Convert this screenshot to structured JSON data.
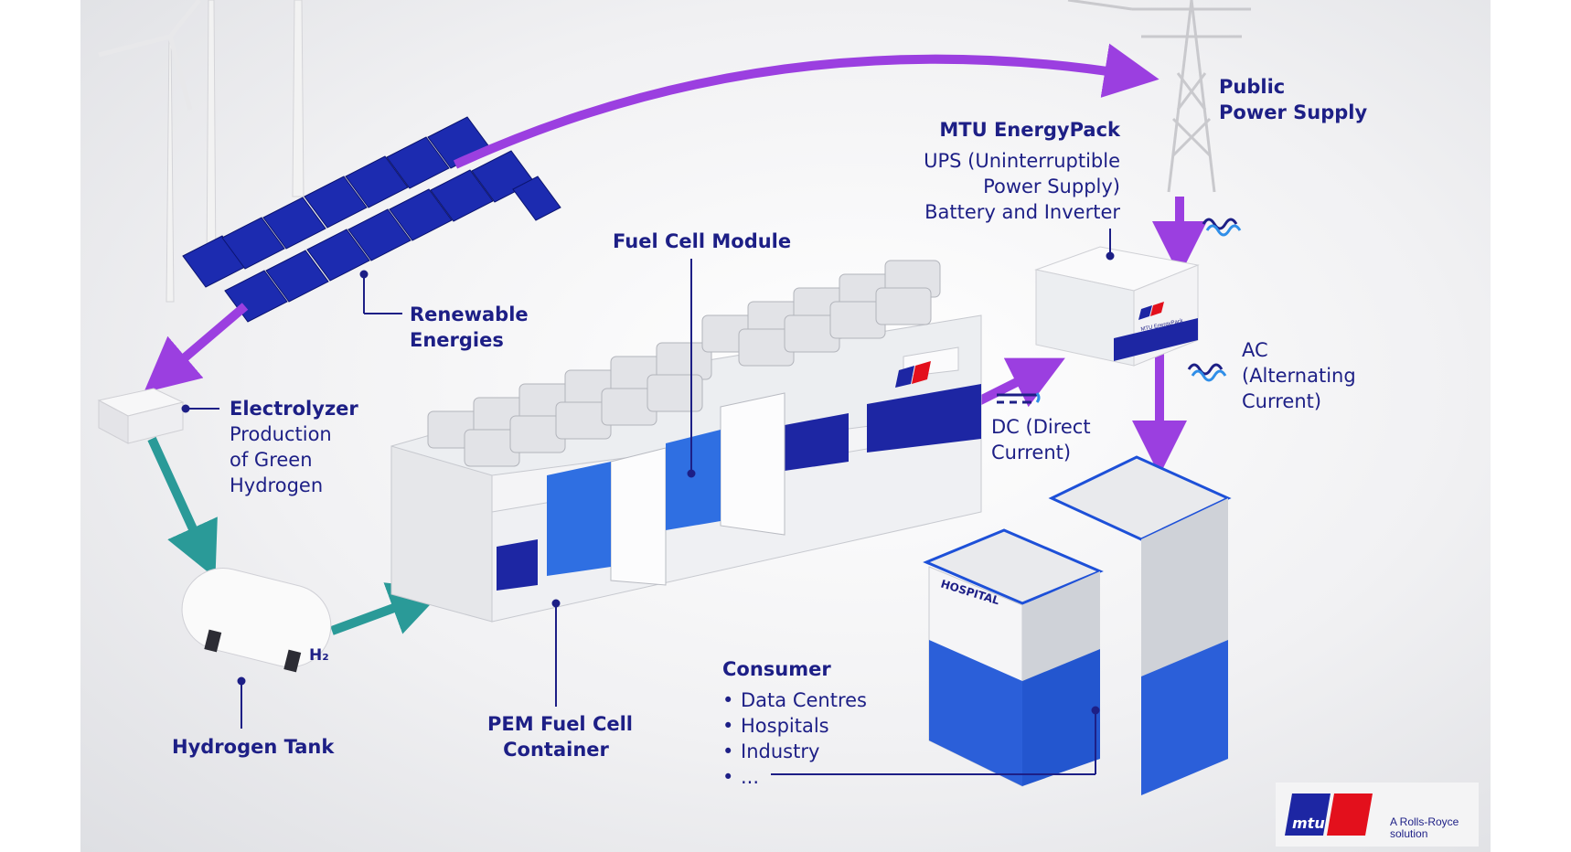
{
  "labels": {
    "renewable": [
      "Renewable",
      "Energies"
    ],
    "electrolyzer_title": "Electrolyzer",
    "electrolyzer_desc": [
      "Production",
      "of Green",
      "Hydrogen"
    ],
    "hydrogen_tank": "Hydrogen Tank",
    "fuel_cell_module": "Fuel Cell Module",
    "pem_container": [
      "PEM Fuel Cell",
      "Container"
    ],
    "energypack_title": "MTU EnergyPack",
    "energypack_desc": [
      "UPS (Uninterruptible",
      "Power Supply)",
      "Battery and Inverter"
    ],
    "public_power": [
      "Public",
      "Power Supply"
    ],
    "dc": [
      "DC (Direct",
      "Current)"
    ],
    "ac": [
      "AC",
      "(Alternating",
      "Current)"
    ],
    "consumer_title": "Consumer",
    "consumer_items": [
      "Data Centres",
      "Hospitals",
      "Industry",
      "..."
    ],
    "h2_symbol": "H₂",
    "hospital_sign": "HOSPITAL",
    "pack_brand": "MTU EnergyPack",
    "logo_brand": "mtu",
    "logo_tagline": [
      "A Rolls-Royce",
      "solution"
    ]
  },
  "colors": {
    "label": "#1d1f86",
    "energy_arrow": "#9b3fe0",
    "hydrogen_arrow": "#2a9a98",
    "panel_blue": "#1a2aa6",
    "accent_red": "#e3101c"
  },
  "icons": [
    "wind-turbine-icon",
    "solar-panel-icon",
    "power-pylon-icon",
    "ac-wave-icon",
    "dc-symbol-icon",
    "hospital-building-icon"
  ]
}
